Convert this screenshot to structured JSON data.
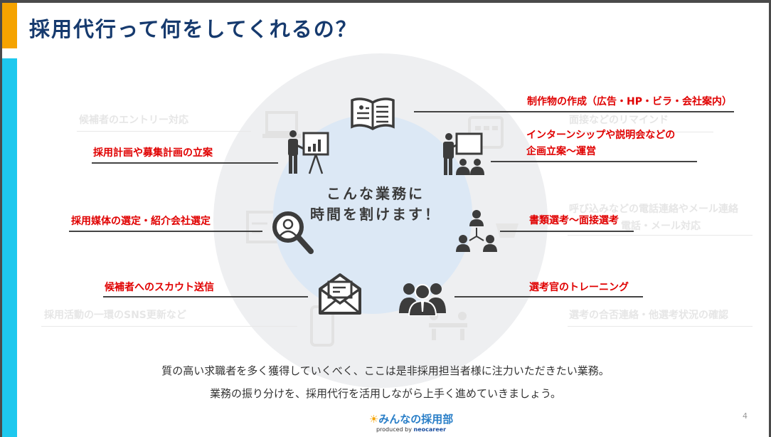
{
  "title": "採用代行って何をしてくれるの？",
  "center_text": [
    "こんな業務に",
    "時間を割けます！"
  ],
  "tasks": [
    {
      "label": "制作物の作成（広告・HP・ビラ・会社案内）",
      "icon": "book-icon"
    },
    {
      "label": "インターンシップや説明会などの",
      "label2": "企画立案〜運営",
      "icon": "presenter-audience-icon"
    },
    {
      "label": "書類選考〜面接選考",
      "icon": "people-network-icon"
    },
    {
      "label": "選考官のトレーニング",
      "icon": "team-icon"
    },
    {
      "label": "候補者へのスカウト送信",
      "icon": "envelope-icon"
    },
    {
      "label": "採用媒体の選定・紹介会社選定",
      "icon": "search-person-icon"
    },
    {
      "label": "採用計画や募集計画の立案",
      "icon": "presentation-chart-icon"
    }
  ],
  "background_tasks": [
    "候補者のエントリー対応",
    "面接などのリマインド",
    "呼び込みなどの電話連絡やメール連絡",
    "電話・メール対応",
    "選考の合否連絡・他選考状況の確認",
    "採用活動の一環のSNS更新など"
  ],
  "captions": [
    "質の高い求職者を多く獲得していくべく、ここは是非採用担当者様に注力いただきたい業務。",
    "業務の振り分けを、採用代行を活用しながら上手く進めていきましょう。"
  ],
  "logo": {
    "main": "みんなの採用部",
    "produced_by": "produced by",
    "brand": "neocareer"
  },
  "page_number": "4",
  "colors": {
    "title": "#163a6e",
    "accent_red": "#e00000",
    "orange": "#f5a300",
    "cyan": "#1ec8ee"
  }
}
